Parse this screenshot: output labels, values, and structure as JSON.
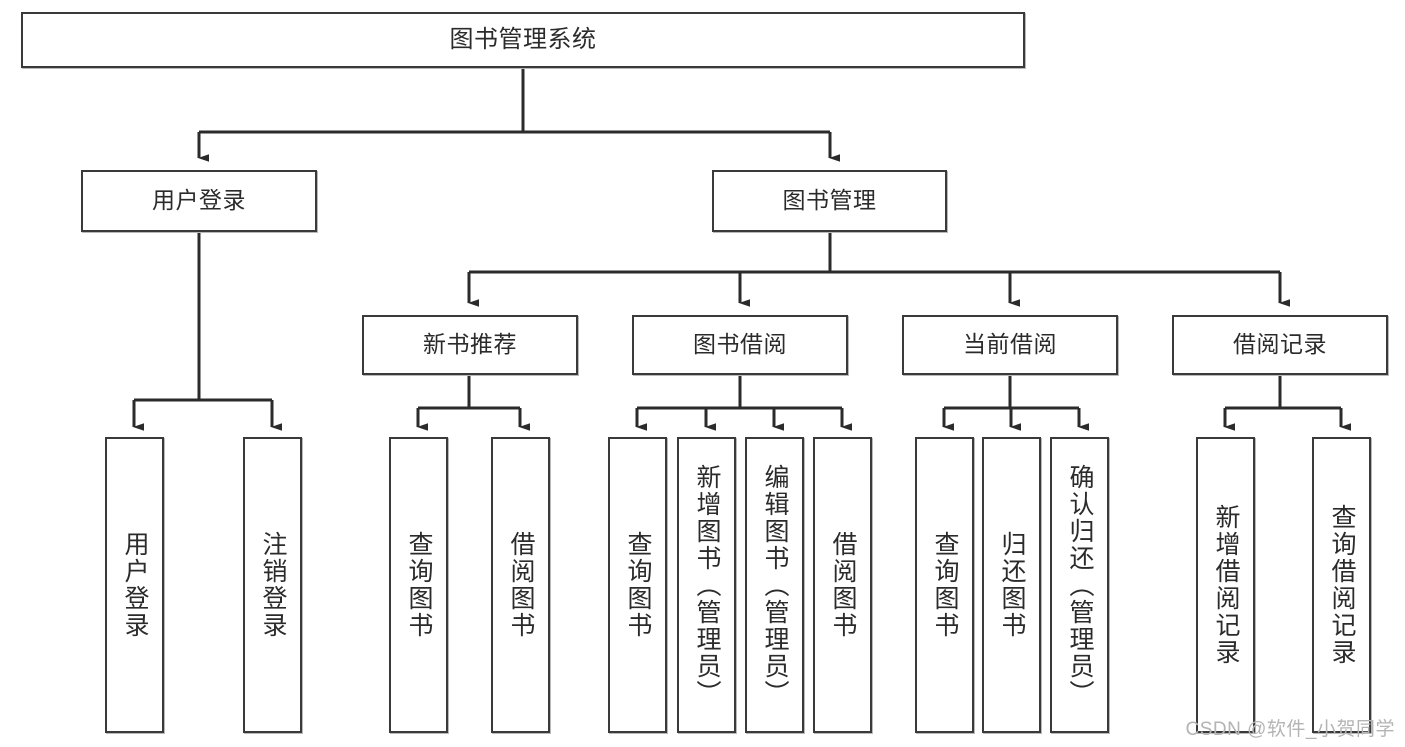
{
  "diagram": {
    "title": "图书管理系统",
    "watermark": "CSDN @软件_小贺同学",
    "colors": {
      "box_border": "#3a3a3a",
      "box_fill": "#ffffff",
      "edge": "#2b2b2b",
      "text": "#2b2b2b",
      "watermark": "#b4b4b4",
      "background": "#ffffff"
    },
    "root": {
      "label": "图书管理系统"
    },
    "level2": [
      {
        "label": "用户登录"
      },
      {
        "label": "图书管理"
      }
    ],
    "level3": [
      {
        "label": "新书推荐"
      },
      {
        "label": "图书借阅"
      },
      {
        "label": "当前借阅"
      },
      {
        "label": "借阅记录"
      }
    ],
    "leaves": {
      "user_login": [
        {
          "label": "用户登录"
        },
        {
          "label": "注销登录"
        }
      ],
      "new_book_recommend": [
        {
          "label": "查询图书"
        },
        {
          "label": "借阅图书"
        }
      ],
      "book_borrow": [
        {
          "label": "查询图书"
        },
        {
          "label": "新增图书（管理员）"
        },
        {
          "label": "编辑图书（管理员）"
        },
        {
          "label": "借阅图书"
        }
      ],
      "current_borrow": [
        {
          "label": "查询图书"
        },
        {
          "label": "归还图书"
        },
        {
          "label": "确认归还（管理员）"
        }
      ],
      "borrow_records": [
        {
          "label": "新增借阅记录"
        },
        {
          "label": "查询借阅记录"
        }
      ]
    }
  }
}
